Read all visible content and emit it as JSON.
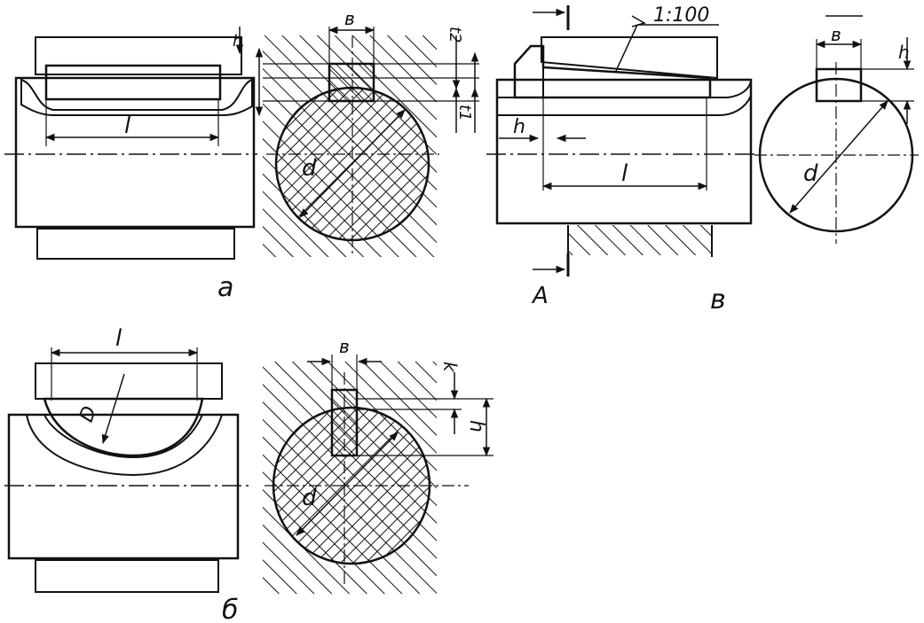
{
  "figure_a": {
    "caption": "а",
    "length": "l",
    "diameter": "d",
    "width": "в",
    "height": "h",
    "depth_shaft": "t1",
    "depth_hub": "t2"
  },
  "figure_b": {
    "caption": "б",
    "length": "l",
    "radius": "D",
    "width": "в",
    "height": "h",
    "k": "k",
    "diameter": "d"
  },
  "figure_c": {
    "caption": "в",
    "taper": "1:100",
    "section": "A",
    "height_left": "h",
    "length": "l",
    "width": "в",
    "height": "h",
    "diameter": "d"
  },
  "colors": {
    "ink": "#111111",
    "paper": "#ffffff"
  }
}
